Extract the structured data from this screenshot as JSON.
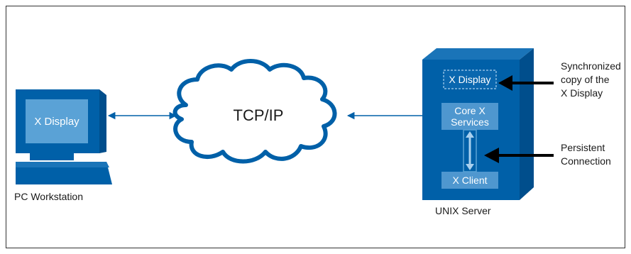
{
  "workstation": {
    "screen_label": "X Display",
    "caption": "PC Workstation"
  },
  "network": {
    "label": "TCP/IP"
  },
  "server": {
    "display_label": "X Display",
    "core_label_line1": "Core X",
    "core_label_line2": "Services",
    "client_label": "X Client",
    "caption": "UNIX Server"
  },
  "annotations": {
    "sync": [
      "Synchronized",
      "copy of the",
      "X Display"
    ],
    "persistent": [
      "Persistent",
      "Connection"
    ]
  },
  "colors": {
    "blue": "#0060a8",
    "blue_dark": "#004e8c",
    "blue_side": "#1a74b8",
    "blue_light": "#5aa2d6",
    "box_fill": "#4f97cf",
    "text": "#1a1a1a"
  }
}
